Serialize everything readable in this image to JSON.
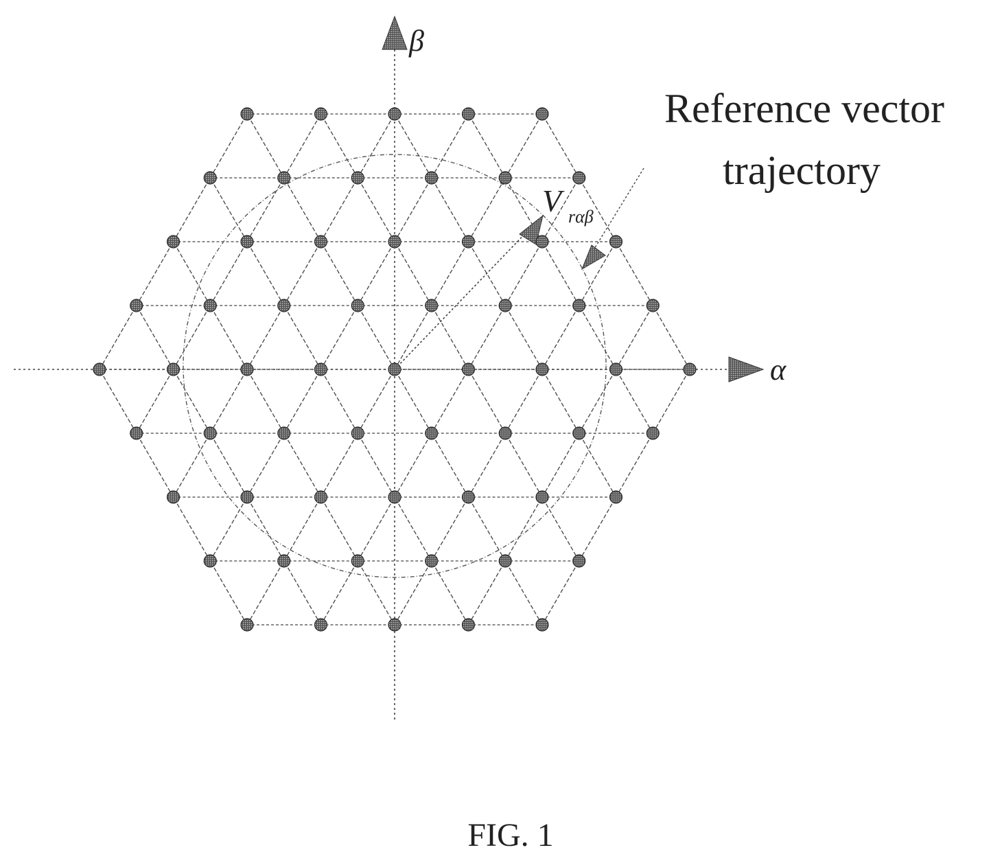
{
  "figure": {
    "caption": "FIG. 1"
  },
  "axes": {
    "alpha_label": "α",
    "beta_label": "β"
  },
  "annotation": {
    "line1": "Reference vector",
    "line2": "trajectory"
  },
  "vector_label": {
    "symbol": "V",
    "subscript": "rαβ"
  },
  "lattice": {
    "levels": 5,
    "description_kind": "hexagonal space vector diagram"
  },
  "colors": {
    "ink": "#222222",
    "line": "#444444",
    "dot": "#333333"
  }
}
